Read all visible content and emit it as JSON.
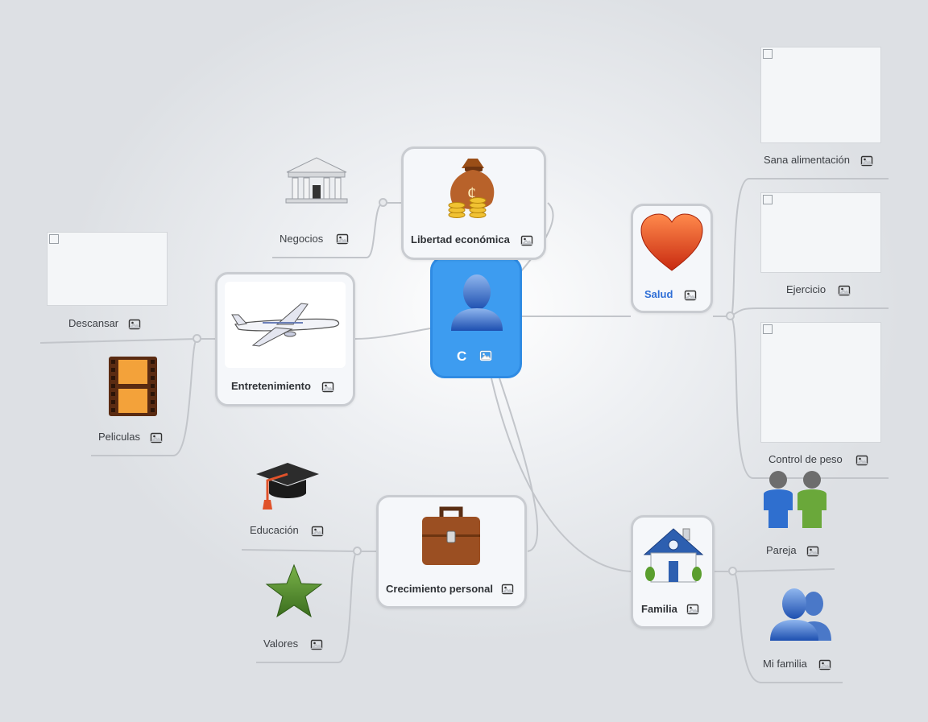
{
  "root": {
    "label": "C"
  },
  "branches": {
    "libertad": {
      "label": "Libertad económica",
      "children": {
        "negocios": "Negocios"
      }
    },
    "entretenimiento": {
      "label": "Entretenimiento",
      "children": {
        "descansar": "Descansar",
        "peliculas": "Peliculas"
      }
    },
    "crecimiento": {
      "label": "Crecimiento personal",
      "children": {
        "educacion": "Educación",
        "valores": "Valores"
      }
    },
    "salud": {
      "label": "Salud",
      "children": {
        "alimentacion": "Sana alimentación",
        "ejercicio": "Ejercicio",
        "peso": "Control de peso"
      }
    },
    "familia": {
      "label": "Familia",
      "children": {
        "pareja": "Pareja",
        "mi_familia": "Mi familia"
      }
    }
  },
  "colors": {
    "root_fill": "#3d9cf0",
    "salud_label": "#2f6fd6",
    "link": "#c2c5ca",
    "card_border": "#c9ccd1"
  }
}
